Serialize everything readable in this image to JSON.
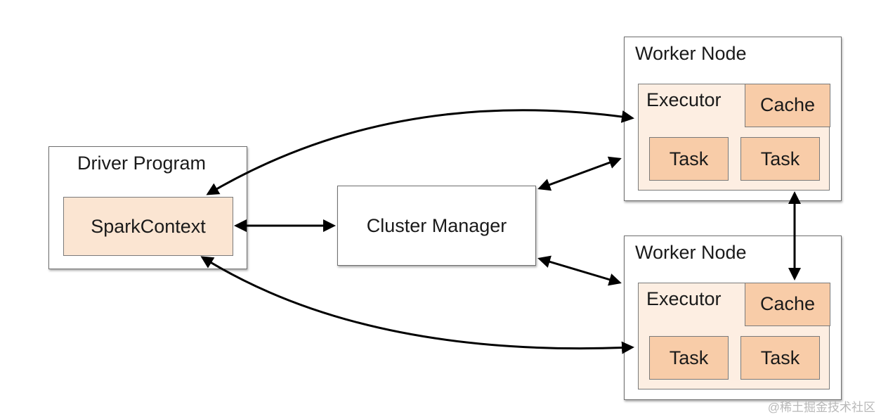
{
  "driver": {
    "title": "Driver Program",
    "context": "SparkContext"
  },
  "cluster_manager": {
    "label": "Cluster Manager"
  },
  "workers": [
    {
      "title": "Worker Node",
      "executor": "Executor",
      "cache": "Cache",
      "tasks": [
        "Task",
        "Task"
      ]
    },
    {
      "title": "Worker Node",
      "executor": "Executor",
      "cache": "Cache",
      "tasks": [
        "Task",
        "Task"
      ]
    }
  ],
  "watermark": "@稀土掘金技术社区",
  "colors": {
    "executor": "#fdeee2",
    "cache": "#f8cca8",
    "task": "#f8cca8",
    "spark_context": "#fbe5d2",
    "border": "#6f6f6f"
  }
}
